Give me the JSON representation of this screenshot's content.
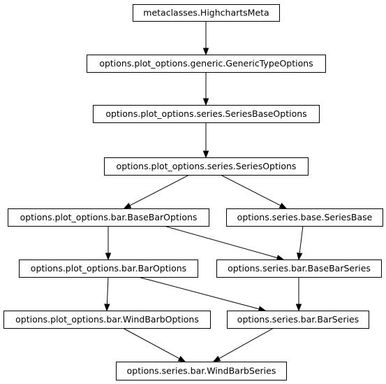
{
  "diagram": {
    "nodes": [
      {
        "id": "highcharts_meta",
        "label": "metaclasses.HighchartsMeta"
      },
      {
        "id": "generic_type_options",
        "label": "options.plot_options.generic.GenericTypeOptions"
      },
      {
        "id": "series_base_options",
        "label": "options.plot_options.series.SeriesBaseOptions"
      },
      {
        "id": "series_options",
        "label": "options.plot_options.series.SeriesOptions"
      },
      {
        "id": "base_bar_options",
        "label": "options.plot_options.bar.BaseBarOptions"
      },
      {
        "id": "series_base",
        "label": "options.series.base.SeriesBase"
      },
      {
        "id": "bar_options",
        "label": "options.plot_options.bar.BarOptions"
      },
      {
        "id": "base_bar_series",
        "label": "options.series.bar.BaseBarSeries"
      },
      {
        "id": "wind_barb_options",
        "label": "options.plot_options.bar.WindBarbOptions"
      },
      {
        "id": "bar_series",
        "label": "options.series.bar.BarSeries"
      },
      {
        "id": "wind_barb_series",
        "label": "options.series.bar.WindBarbSeries"
      }
    ],
    "edges": [
      {
        "from": "highcharts_meta",
        "to": "generic_type_options"
      },
      {
        "from": "generic_type_options",
        "to": "series_base_options"
      },
      {
        "from": "series_base_options",
        "to": "series_options"
      },
      {
        "from": "series_options",
        "to": "base_bar_options"
      },
      {
        "from": "series_options",
        "to": "series_base"
      },
      {
        "from": "base_bar_options",
        "to": "bar_options"
      },
      {
        "from": "base_bar_options",
        "to": "base_bar_series"
      },
      {
        "from": "series_base",
        "to": "base_bar_series"
      },
      {
        "from": "bar_options",
        "to": "wind_barb_options"
      },
      {
        "from": "bar_options",
        "to": "bar_series"
      },
      {
        "from": "base_bar_series",
        "to": "bar_series"
      },
      {
        "from": "wind_barb_options",
        "to": "wind_barb_series"
      },
      {
        "from": "bar_series",
        "to": "wind_barb_series"
      }
    ]
  }
}
